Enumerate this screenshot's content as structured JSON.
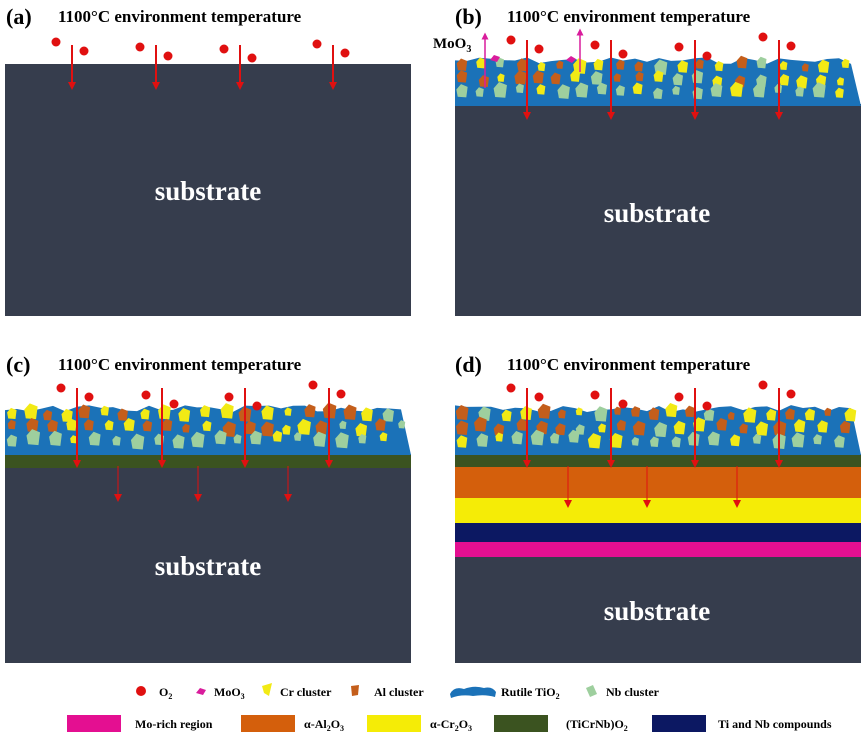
{
  "panels": [
    {
      "letter": "(a)",
      "title": "1100°C environment temperature",
      "substrate": "substrate"
    },
    {
      "letter": "(b)",
      "title": "1100°C environment temperature",
      "substrate": "substrate",
      "moo3_label": "MoO"
    },
    {
      "letter": "(c)",
      "title": "1100°C environment temperature",
      "substrate": "substrate"
    },
    {
      "letter": "(d)",
      "title": "1100°C environment temperature",
      "substrate": "substrate"
    }
  ],
  "legend": {
    "row1": [
      "O",
      "MoO",
      "Cr cluster",
      "Al cluster",
      "Rutile TiO",
      "Nb cluster"
    ],
    "row2": [
      "Mo-rich region",
      "α-Al",
      "α-Cr",
      "(TiCrNb)O",
      "Ti and Nb compounds"
    ]
  },
  "colors": {
    "substrate": "#363d4d",
    "rutile": "#1b72b8",
    "nb_cluster": "#9ecf9e",
    "al_cluster": "#c45e1b",
    "cr_cluster": "#f2ea15",
    "oxygen": "#e01010",
    "moo3": "#d91c9c",
    "mo_rich": "#e40f91",
    "al2o3": "#d45f0c",
    "cr2o3": "#f5ec06",
    "ticrnbo2": "#3b5320",
    "ti_nb_compounds": "#0c1862"
  }
}
